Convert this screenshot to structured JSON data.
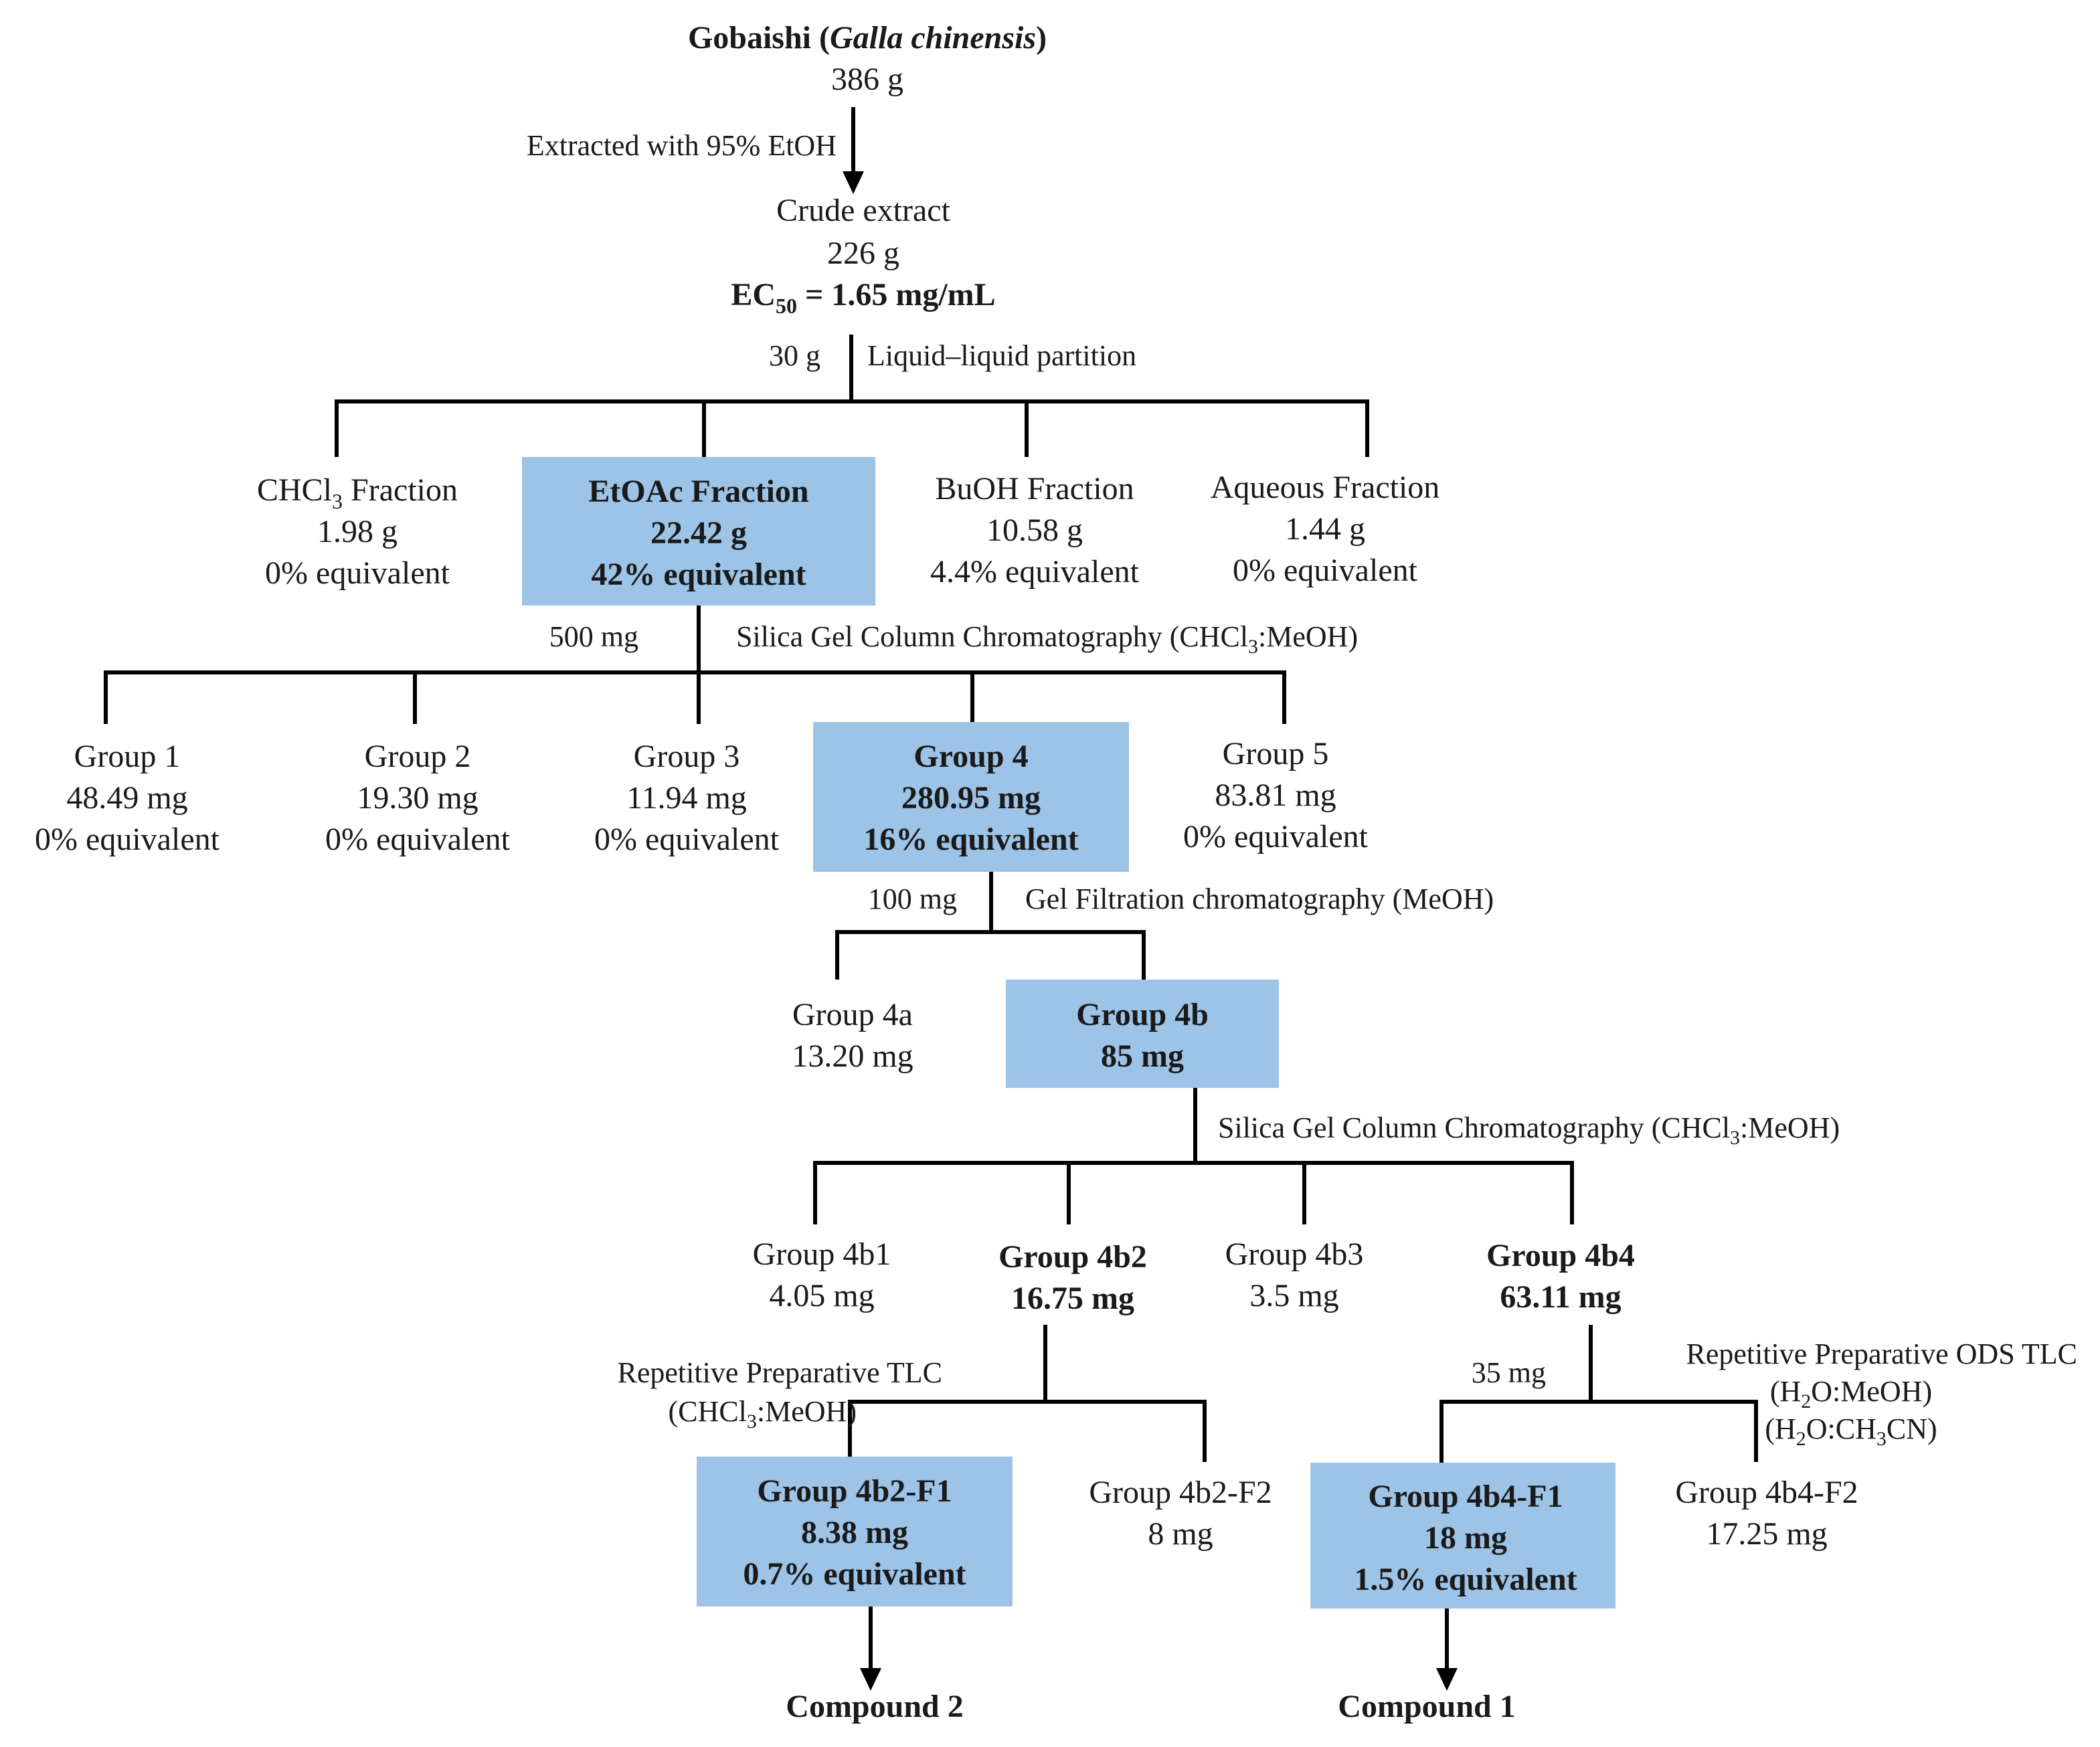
{
  "colors": {
    "highlight_box": "#9dc3e6",
    "line": "#000000",
    "text": "#1a1a1a"
  },
  "root": {
    "name_pre": "Gobaishi (",
    "name_italic": "Galla chinensis",
    "name_post": ")",
    "mass": "386 g"
  },
  "step_extraction": "Extracted with 95% EtOH",
  "crude": {
    "name": "Crude extract",
    "mass": "226 g",
    "ec_prefix": "EC",
    "ec_sub": "50",
    "ec_value": " = 1.65 mg/mL"
  },
  "step_partition": {
    "amount": "30 g",
    "method": "Liquid–liquid partition"
  },
  "fractions": {
    "chcl3": {
      "name_pre": "CHCl",
      "name_sub": "3",
      "name_post": " Fraction",
      "mass": "1.98 g",
      "activity": "0% equivalent"
    },
    "etoac": {
      "name": "EtOAc Fraction",
      "mass": "22.42 g",
      "activity": "42% equivalent"
    },
    "buoh": {
      "name": "BuOH Fraction",
      "mass": "10.58 g",
      "activity": "4.4% equivalent"
    },
    "aqueous": {
      "name": "Aqueous Fraction",
      "mass": "1.44 g",
      "activity": "0% equivalent"
    }
  },
  "step_silica1": {
    "amount": "500 mg",
    "method_pre": "Silica Gel Column Chromatography (CHCl",
    "method_sub": "3",
    "method_post": ":MeOH)"
  },
  "groups": {
    "g1": {
      "name": "Group 1",
      "mass": "48.49 mg",
      "activity": "0% equivalent"
    },
    "g2": {
      "name": "Group 2",
      "mass": "19.30 mg",
      "activity": "0% equivalent"
    },
    "g3": {
      "name": "Group 3",
      "mass": "11.94 mg",
      "activity": "0% equivalent"
    },
    "g4": {
      "name": "Group 4",
      "mass": "280.95 mg",
      "activity": "16% equivalent"
    },
    "g5": {
      "name": "Group 5",
      "mass": "83.81 mg",
      "activity": "0% equivalent"
    }
  },
  "step_gel": {
    "amount": "100 mg",
    "method": "Gel Filtration chromatography (MeOH)"
  },
  "g4a": {
    "name": "Group 4a",
    "mass": "13.20 mg"
  },
  "g4b": {
    "name": "Group 4b",
    "mass": "85 mg"
  },
  "step_silica2": {
    "method_pre": "Silica Gel Column Chromatography (CHCl",
    "method_sub": "3",
    "method_post": ":MeOH)"
  },
  "sub": {
    "g4b1": {
      "name": "Group 4b1",
      "mass": "4.05 mg"
    },
    "g4b2": {
      "name": "Group 4b2",
      "mass": "16.75 mg"
    },
    "g4b3": {
      "name": "Group 4b3",
      "mass": "3.5 mg"
    },
    "g4b4": {
      "name": "Group 4b4",
      "mass": "63.11 mg"
    }
  },
  "step_tlc": {
    "line1": "Repetitive Preparative  TLC",
    "line2_pre": "(CHCl",
    "line2_sub": "3",
    "line2_post": ":MeOH)"
  },
  "step_ods": {
    "amount": "35 mg",
    "line1": "Repetitive Preparative ODS TLC",
    "line2_a": "(H",
    "line2_sub": "2",
    "line2_b": "O:MeOH)",
    "line3_a": "(H",
    "line3_sub1": "2",
    "line3_b": "O:CH",
    "line3_sub2": "3",
    "line3_c": "CN)"
  },
  "final": {
    "g4b2f1": {
      "name": "Group 4b2-F1",
      "mass": "8.38 mg",
      "activity": "0.7% equivalent"
    },
    "g4b2f2": {
      "name": "Group 4b2-F2",
      "mass": "8 mg"
    },
    "g4b4f1": {
      "name": "Group 4b4-F1",
      "mass": "18 mg",
      "activity": "1.5% equivalent"
    },
    "g4b4f2": {
      "name": "Group 4b4-F2",
      "mass": "17.25 mg"
    }
  },
  "compounds": {
    "c2": "Compound 2",
    "c1": "Compound 1"
  }
}
